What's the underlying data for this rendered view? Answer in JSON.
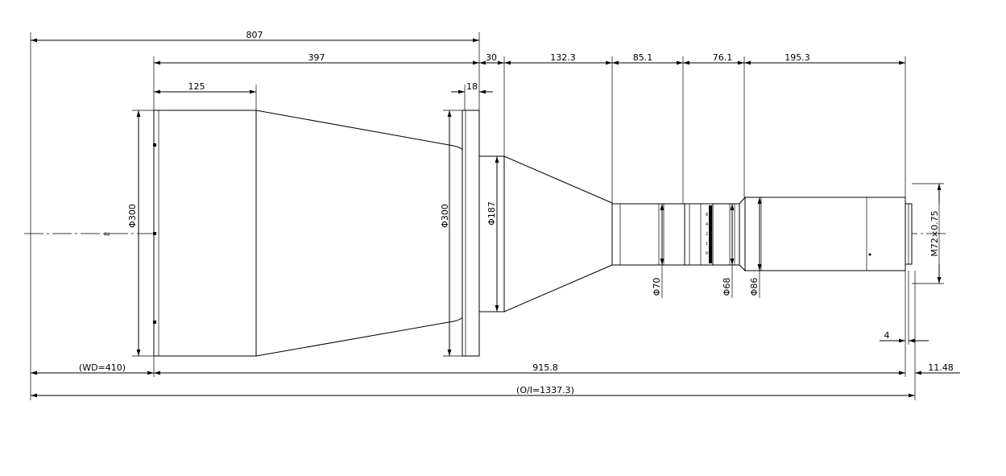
{
  "dimensions": {
    "total_length": "807",
    "front_length": "397",
    "front_barrel": "125",
    "flange_thickness": "18",
    "flange_to_cone": "30",
    "cone_length": "132.3",
    "seg_85": "85.1",
    "seg_76": "76.1",
    "rear_body": "195.3",
    "working_distance": "(WD=410)",
    "optical_length": "915.8",
    "back_focus": "11.48",
    "object_to_image": "(O/I=1337.3)",
    "mount_thread_depth": "4"
  },
  "diameters": {
    "front_lens": "Φ300",
    "flange": "Φ300",
    "cone_base": "Φ187",
    "barrel_70": "Φ70",
    "barrel_68": "Φ68",
    "barrel_86": "Φ86",
    "mount": "M72×0.75"
  },
  "symbols": {
    "break_mark": "≈"
  }
}
